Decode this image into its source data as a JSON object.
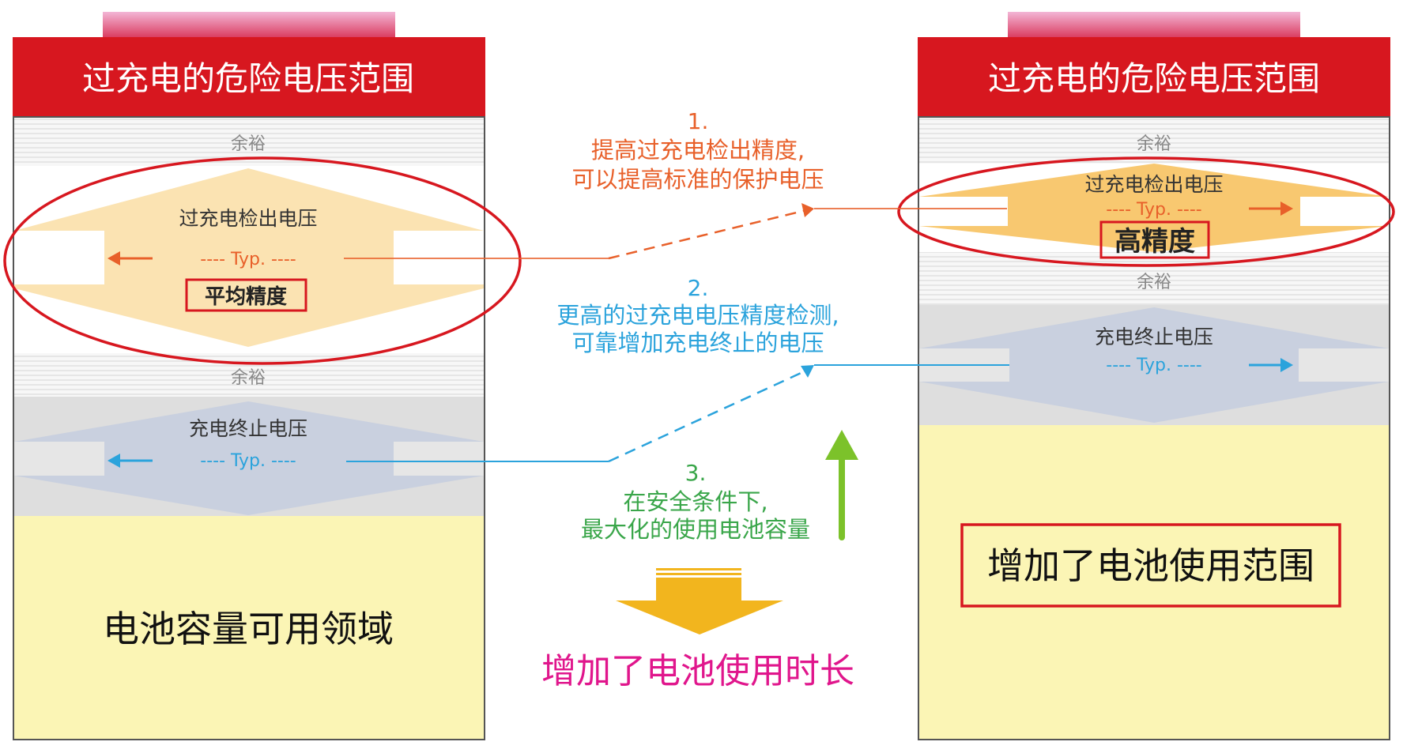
{
  "left_panel": {
    "header": "过充电的危险电压范围",
    "margin_top": "余裕",
    "detect_label": "过充电检出电压",
    "detect_typ": "---- Typ. ----",
    "detect_badge": "平均精度",
    "margin_bottom": "余裕",
    "stop_label": "充电终止电压",
    "stop_typ": "---- Typ. ----",
    "capacity_label": "电池容量可用领域"
  },
  "right_panel": {
    "header": "过充电的危险电压范围",
    "margin_top": "余裕",
    "detect_label": "过充电检出电压",
    "detect_typ": "---- Typ. ----",
    "detect_badge": "高精度",
    "margin_bottom": "余裕",
    "stop_label": "充电终止电压",
    "stop_typ": "---- Typ. ----",
    "capacity_label": "增加了电池使用范围"
  },
  "middle": {
    "step1": {
      "num": "1.",
      "line1": "提高过充电检出精度,",
      "line2": "可以提高标准的保护电压"
    },
    "step2": {
      "num": "2.",
      "line1": "更高的过充电电压精度检测,",
      "line2": "可靠增加充电终止的电压"
    },
    "step3": {
      "num": "3.",
      "line1": "在安全条件下,",
      "line2": "最大化的使用电池容量"
    },
    "result": "增加了电池使用时长"
  },
  "colors": {
    "header_red": "#d7171f",
    "orange": "#e8602a",
    "blue": "#2ba3dc",
    "green": "#3aa64a",
    "pink": "#e0168c",
    "yellow_arrow": "#f2b51e"
  }
}
